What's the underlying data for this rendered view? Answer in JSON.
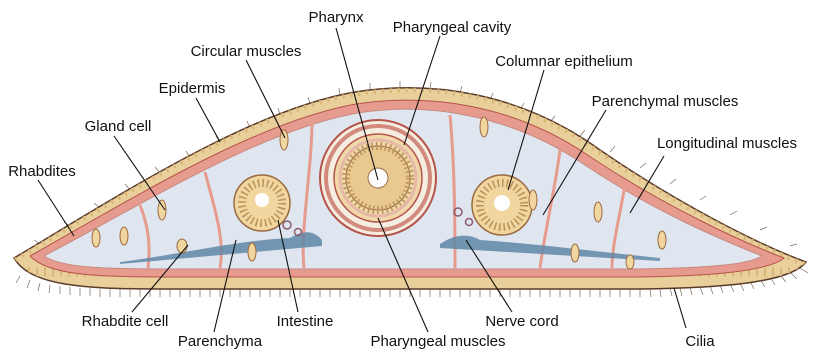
{
  "labels": {
    "pharynx": "Pharynx",
    "pharyngeal_cavity": "Pharyngeal cavity",
    "circular_muscles": "Circular muscles",
    "columnar_epithelium": "Columnar epithelium",
    "epidermis": "Epidermis",
    "parenchymal_muscles": "Parenchymal muscles",
    "gland_cell": "Gland cell",
    "longitudinal_muscles": "Longitudinal muscles",
    "rhabdites": "Rhabdites",
    "rhabdite_cell": "Rhabdite cell",
    "intestine": "Intestine",
    "nerve_cord": "Nerve cord",
    "cilia": "Cilia",
    "parenchyma": "Parenchyma",
    "pharyngeal_muscles": "Pharyngeal muscles"
  },
  "colors": {
    "epidermis": "#e9cf9a",
    "muscle": "#e79b8f",
    "parenchyma": "#dfe6ef",
    "intestine_wall": "#f1d79f",
    "nerve": "#5f87a6",
    "outline": "#5a3b2a"
  }
}
